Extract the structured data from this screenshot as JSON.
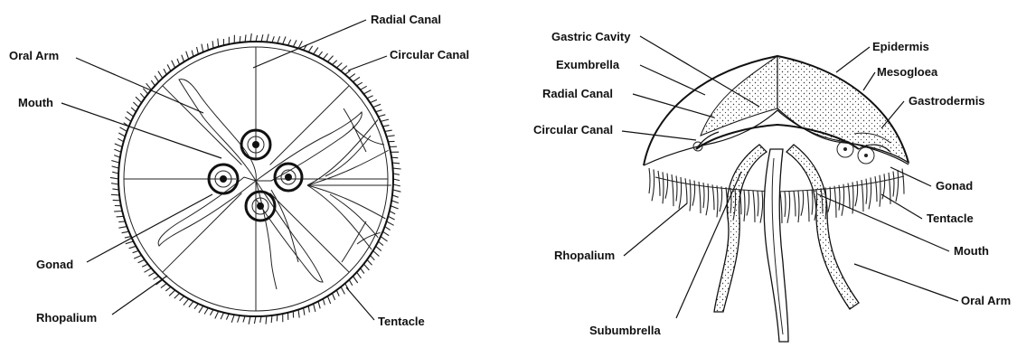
{
  "top_view": {
    "labels": {
      "radial_canal": "Radial Canal",
      "circular_canal": "Circular Canal",
      "oral_arm": "Oral Arm",
      "mouth": "Mouth",
      "gonad": "Gonad",
      "rhopalium": "Rhopalium",
      "tentacle": "Tentacle"
    }
  },
  "side_view": {
    "labels": {
      "gastric_cavity": "Gastric Cavity",
      "epidermis": "Epidermis",
      "exumbrella": "Exumbrella",
      "mesogloea": "Mesogloea",
      "radial_canal": "Radial Canal",
      "gastrodermis": "Gastrodermis",
      "circular_canal": "Circular Canal",
      "gonad": "Gonad",
      "tentacle": "Tentacle",
      "mouth": "Mouth",
      "rhopalium": "Rhopalium",
      "oral_arm": "Oral Arm",
      "subumbrella": "Subumbrella"
    }
  }
}
